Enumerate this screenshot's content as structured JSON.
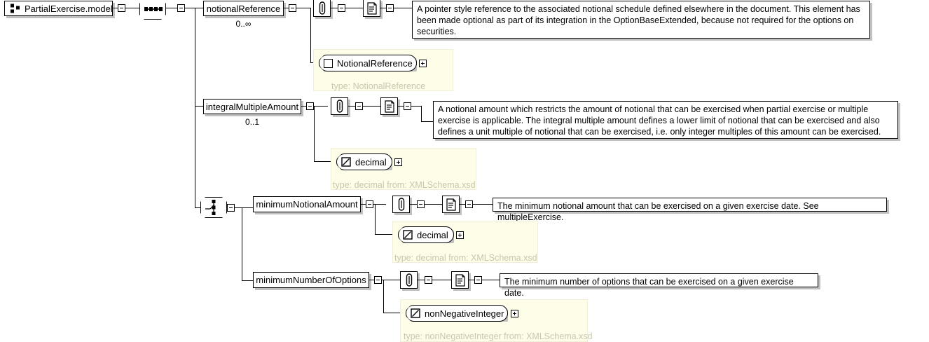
{
  "diagram": {
    "title": "PartialExercise.model",
    "kind": "xsd-schema-diagram"
  },
  "root": {
    "label": "PartialExercise.model",
    "icon": "model-group-icon"
  },
  "compositors": [
    {
      "id": "sequence",
      "type": "sequence",
      "icon": "sequence-icon"
    },
    {
      "id": "choice",
      "type": "choice",
      "icon": "choice-icon"
    }
  ],
  "elements": [
    {
      "name": "notionalReference",
      "cardinality": "0..∞",
      "annotation_icon": "annotation-icon",
      "documentation_icon": "documentation-icon",
      "documentation": "A pointer style reference to the associated notional schedule defined elsewhere in the document. This element has been made optional as part of its integration in the OptionBaseExtended, because not required for the options on securities.",
      "type_ref": {
        "name": "NotionalReference",
        "icon": "complex-type-icon",
        "label": "type: NotionalReference",
        "expand": "+"
      }
    },
    {
      "name": "integralMultipleAmount",
      "cardinality": "0..1",
      "annotation_icon": "annotation-icon",
      "documentation_icon": "documentation-icon",
      "documentation": "A notional amount which restricts the amount of notional that can be exercised when partial exercise or multiple exercise is applicable. The integral multiple amount defines a lower limit of notional that can be exercised and also defines a unit multiple of notional that can be exercised, i.e. only integer multiples of this amount can be exercised.",
      "type_ref": {
        "name": "decimal",
        "icon": "simple-type-icon",
        "label": "type: decimal from: XMLSchema.xsd",
        "expand": "+"
      }
    },
    {
      "name": "minimumNotionalAmount",
      "cardinality": "",
      "annotation_icon": "annotation-icon",
      "documentation_icon": "documentation-icon",
      "documentation": "The minimum notional amount that can be exercised on a given exercise date. See multipleExercise.",
      "type_ref": {
        "name": "decimal",
        "icon": "simple-type-icon",
        "label": "type: decimal from: XMLSchema.xsd",
        "expand": "+"
      }
    },
    {
      "name": "minimumNumberOfOptions",
      "cardinality": "",
      "annotation_icon": "annotation-icon",
      "documentation_icon": "documentation-icon",
      "documentation": "The minimum number of options that can be exercised on a given exercise date.",
      "type_ref": {
        "name": "nonNegativeInteger",
        "icon": "simple-type-icon",
        "label": "type: nonNegativeInteger from: XMLSchema.xsd",
        "expand": "+"
      }
    }
  ],
  "colors": {
    "line": "#000000",
    "box_fill": "#ffffff",
    "shadow": "#c0c0c0",
    "type_panel_fill": "#fdfde8",
    "type_label_text": "#c8c8ae"
  }
}
